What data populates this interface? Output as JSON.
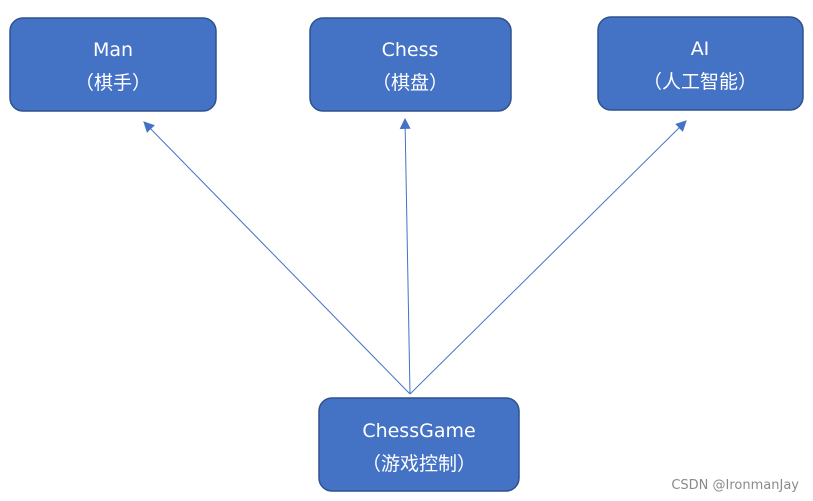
{
  "diagram": {
    "colors": {
      "box_fill": "#4472c4",
      "box_border": "#2f528f",
      "connector": "#4472c4",
      "text": "#ffffff"
    },
    "nodes": {
      "man": {
        "line1": "Man",
        "line2": "（棋手）"
      },
      "chess": {
        "line1": "Chess",
        "line2": "（棋盘）"
      },
      "ai": {
        "line1": "AI",
        "line2": "（人工智能）"
      },
      "chessgame": {
        "line1": "ChessGame",
        "line2": "（游戏控制）"
      }
    },
    "edges": [
      {
        "from": "chessgame",
        "to": "man"
      },
      {
        "from": "chessgame",
        "to": "chess"
      },
      {
        "from": "chessgame",
        "to": "ai"
      }
    ]
  },
  "watermark": "CSDN @IronmanJay"
}
